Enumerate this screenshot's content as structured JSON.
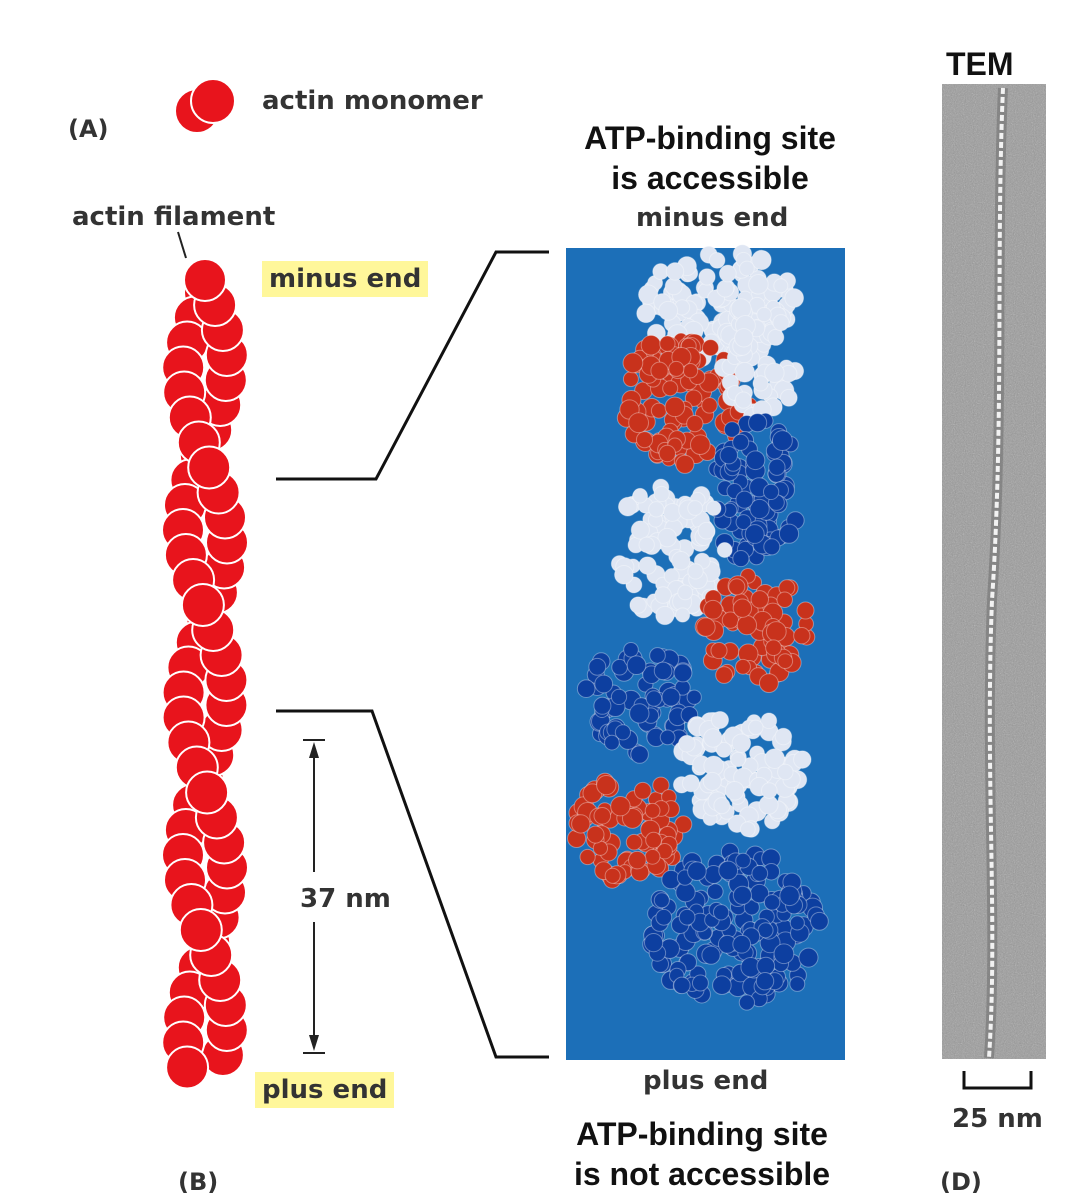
{
  "panels": {
    "a_label": "(A)",
    "b_label": "(B)",
    "d_label": "(D)"
  },
  "monomer": {
    "label": "actin monomer"
  },
  "filament": {
    "label": "actin filament",
    "minus_end": "minus end",
    "plus_end": "plus end",
    "repeat_length": "37 nm"
  },
  "model": {
    "top_caption_line1": "ATP-binding site",
    "top_caption_line2": "is accessible",
    "minus_end": "minus end",
    "plus_end": "plus end",
    "bottom_caption_line1": "ATP-binding site",
    "bottom_caption_line2": "is not accessible"
  },
  "micrograph": {
    "title": "TEM",
    "scale_bar": "25 nm"
  },
  "colors": {
    "actin_red": "#e8141c",
    "model_background": "#1c6fb8",
    "subunit_red": "#c8321c",
    "subunit_dark_blue": "#0d3fa0",
    "subunit_light": "#dfe6f3",
    "highlight": "#fff79a"
  }
}
